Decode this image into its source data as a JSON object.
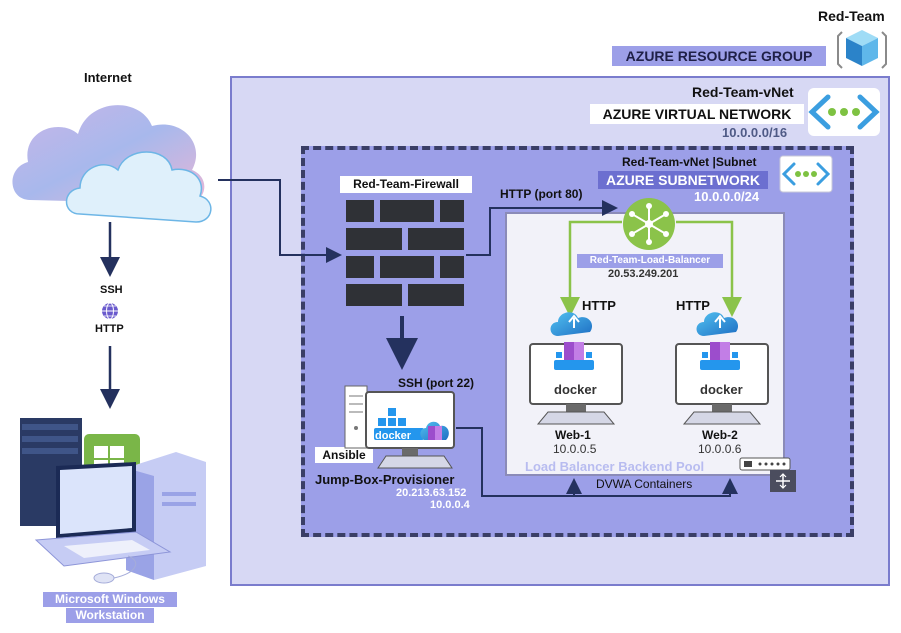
{
  "resource_group": {
    "name": "Red-Team",
    "label": "AZURE RESOURCE GROUP"
  },
  "vnet": {
    "name": "Red-Team-vNet",
    "label": "AZURE VIRTUAL NETWORK",
    "cidr": "10.0.0.0/16"
  },
  "subnet": {
    "name": "Red-Team-vNet |Subnet",
    "label": "AZURE SUBNETWORK",
    "cidr": "10.0.0.0/24"
  },
  "internet": {
    "label": "Internet"
  },
  "protocols": {
    "ssh": "SSH",
    "http": "HTTP"
  },
  "workstation": {
    "line1": "Microsoft Windows",
    "line2": "Workstation"
  },
  "firewall": {
    "label": "Red-Team-Firewall"
  },
  "http_port": {
    "label": "HTTP (port 80)"
  },
  "ssh_port": {
    "label": "SSH (port 22)"
  },
  "load_balancer": {
    "label": "Red-Team-Load-Balancer",
    "ip": "20.53.249.201"
  },
  "web1": {
    "http": "HTTP",
    "name": "Web-1",
    "ip": "10.0.0.5",
    "docker": "docker"
  },
  "web2": {
    "http": "HTTP",
    "name": "Web-2",
    "ip": "10.0.0.6",
    "docker": "docker"
  },
  "pool": {
    "label": "Load Balancer Backend Pool"
  },
  "dvwa": {
    "label": "DVWA Containers"
  },
  "jumpbox": {
    "ansible": "Ansible",
    "name": "Jump-Box-Provisioner",
    "public_ip": "20.213.63.152",
    "private_ip": "10.0.0.4",
    "docker": "docker"
  },
  "colors": {
    "vnet_bg": "#d7d8f4",
    "subnet_bg": "#9c9fe8",
    "lb_green": "#8bc34a",
    "firewall": "#2f3136",
    "arrow_dark": "#24315e",
    "azure_blue": "#2f8fd8"
  }
}
